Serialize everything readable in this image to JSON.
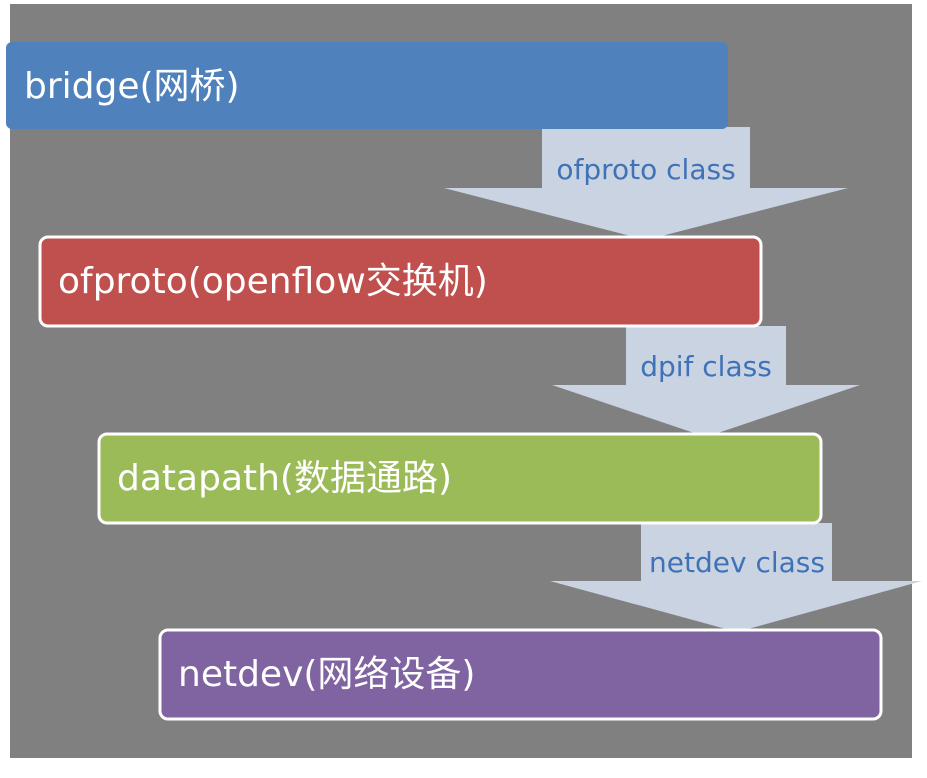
{
  "diagram": {
    "background_color": "#808080",
    "boxes": [
      {
        "id": "bridge",
        "label": "bridge(网桥)",
        "color": "#4F81BD"
      },
      {
        "id": "ofproto",
        "label": "ofproto(openflow交换机)",
        "color": "#C0504D"
      },
      {
        "id": "datapath",
        "label": "datapath(数据通路)",
        "color": "#9BBB59"
      },
      {
        "id": "netdev",
        "label": "netdev(网络设备)",
        "color": "#8064A2"
      }
    ],
    "arrows": [
      {
        "id": "ofproto-class",
        "label": "ofproto class",
        "from": "bridge",
        "to": "ofproto"
      },
      {
        "id": "dpif-class",
        "label": "dpif class",
        "from": "ofproto",
        "to": "datapath"
      },
      {
        "id": "netdev-class",
        "label": "netdev class",
        "from": "datapath",
        "to": "netdev"
      }
    ],
    "arrow_fill": "#C9D3E2",
    "arrow_text_color": "#3F72B6",
    "box_border_color": "#FFFFFF"
  }
}
